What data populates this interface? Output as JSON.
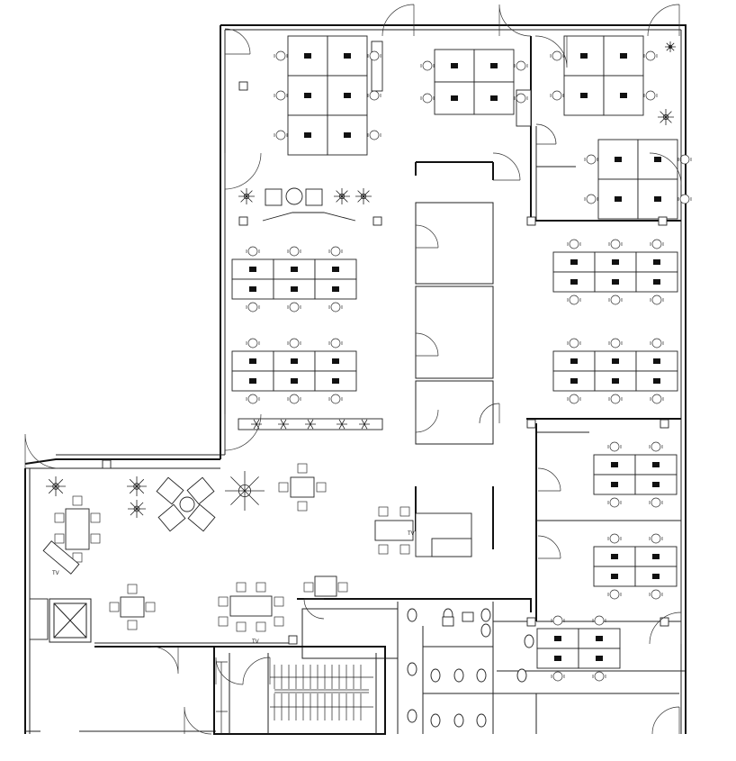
{
  "plan": {
    "labels": {
      "tv_lounge": "TV",
      "tv_corner": "TV",
      "tv_media": "TV"
    }
  }
}
